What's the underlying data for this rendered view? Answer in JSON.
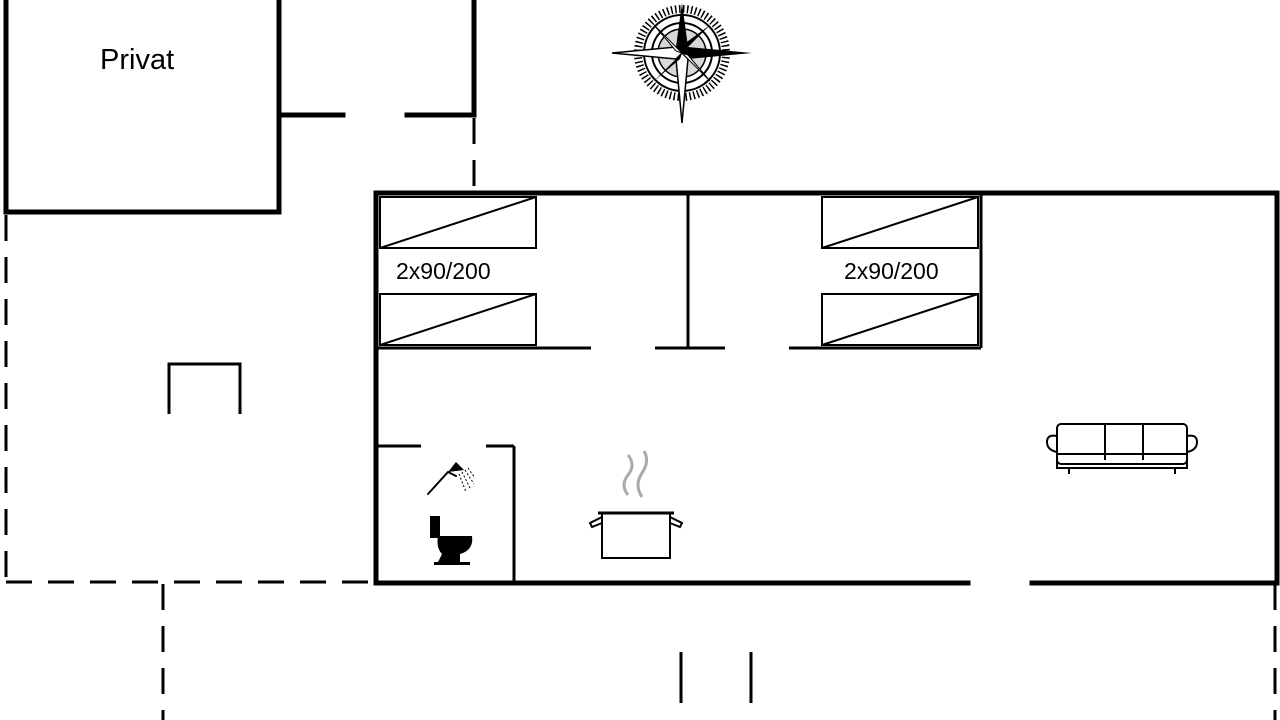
{
  "rooms": {
    "private_label": "Privat"
  },
  "beds": {
    "bedroom_1": "2x90/200",
    "bedroom_2": "2x90/200"
  },
  "symbols": {
    "compass": "compass-rose-icon",
    "shower": "shower-icon",
    "toilet": "toilet-icon",
    "kitchen": "cooking-pot-icon",
    "living": "sofa-icon"
  },
  "colors": {
    "line": "#000000",
    "background": "#ffffff"
  }
}
